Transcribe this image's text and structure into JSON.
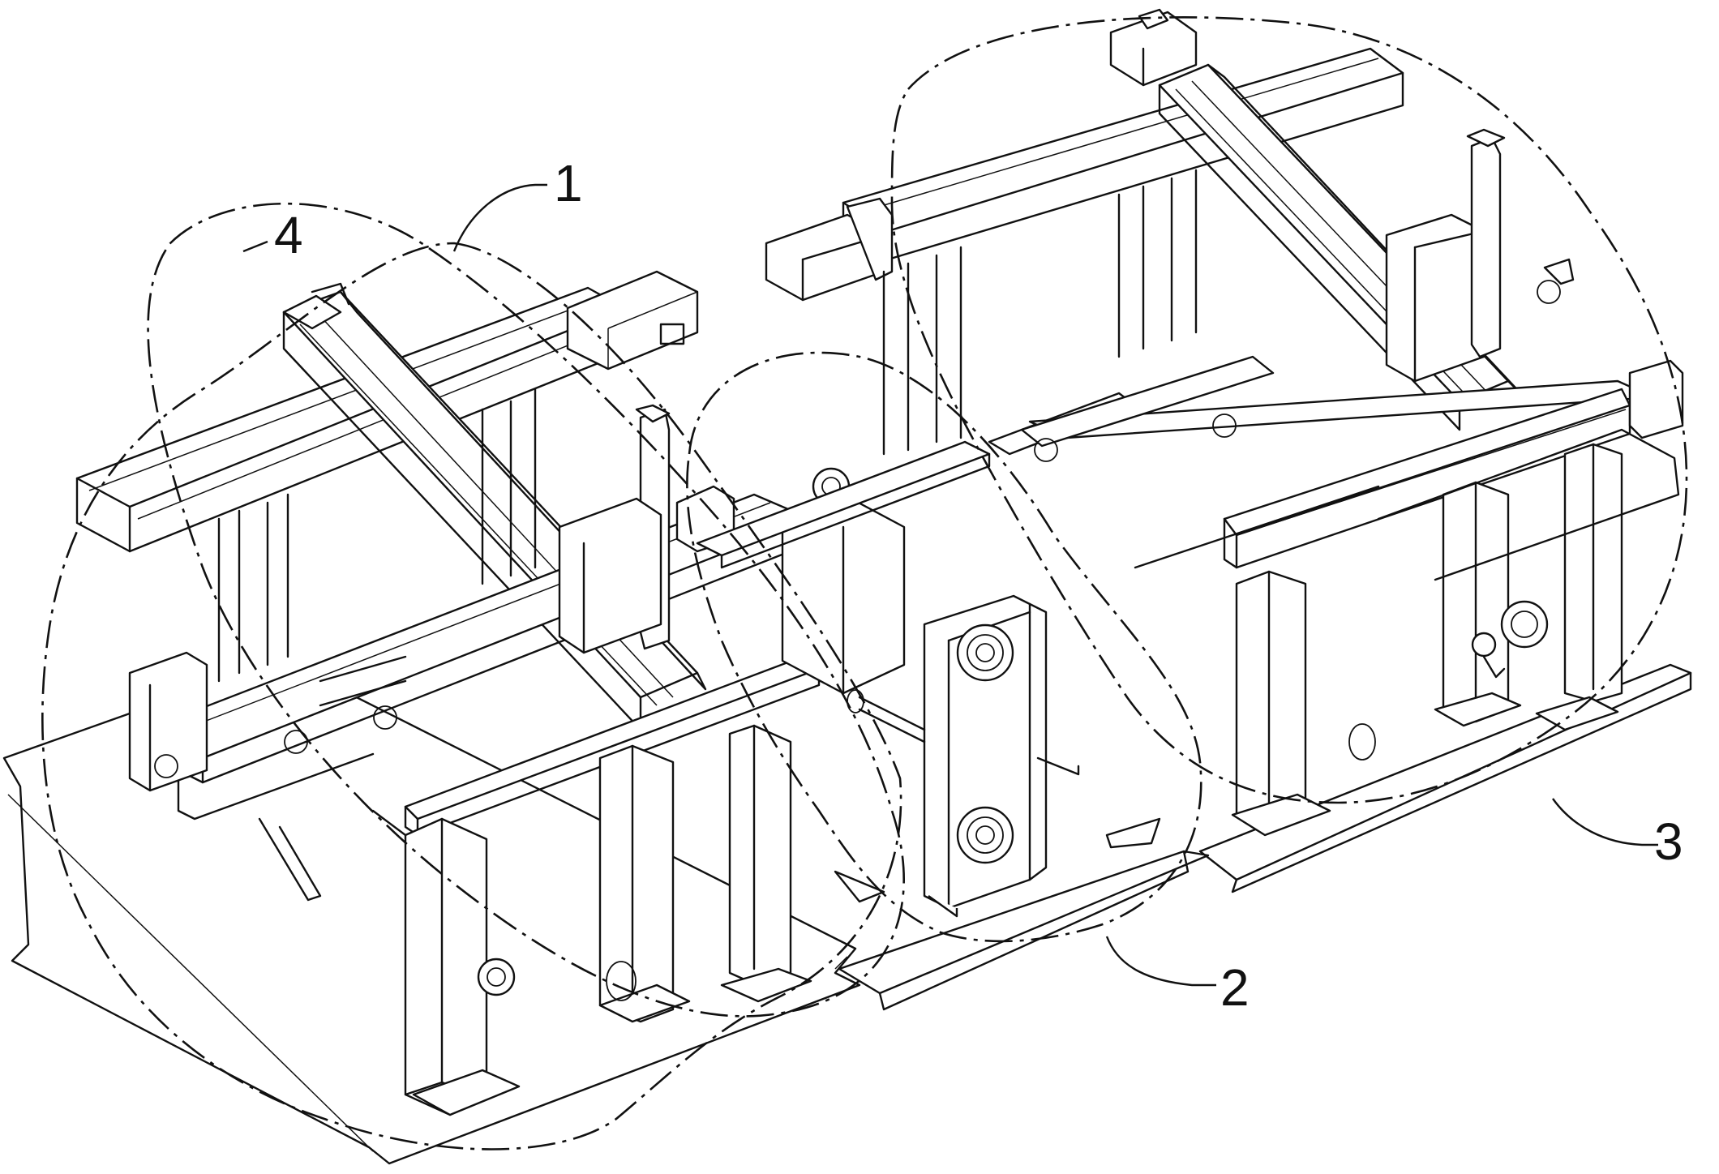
{
  "figure": {
    "labels": [
      {
        "id": "1",
        "text": "1"
      },
      {
        "id": "2",
        "text": "2"
      },
      {
        "id": "3",
        "text": "3"
      },
      {
        "id": "4",
        "text": "4"
      }
    ]
  },
  "colors": {
    "line": "#111111",
    "background": "#ffffff"
  }
}
